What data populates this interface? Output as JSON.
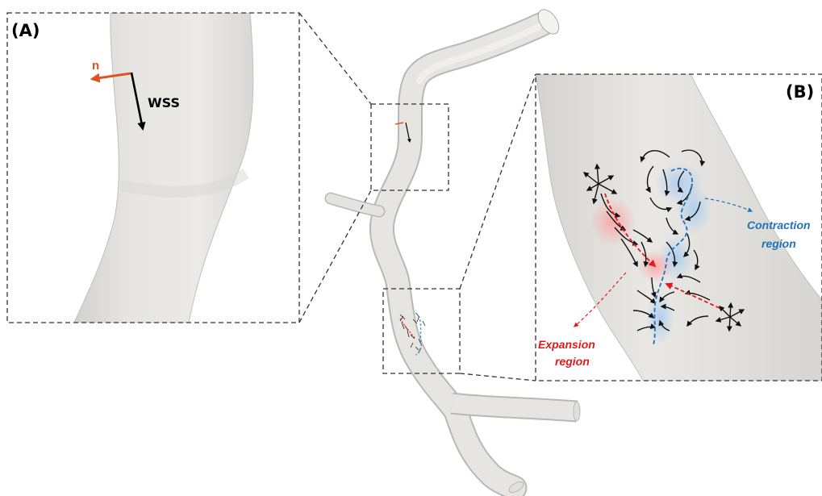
{
  "figure": {
    "panels": [
      {
        "id": "A",
        "label": "(A)"
      },
      {
        "id": "B",
        "label": "(B)"
      }
    ],
    "panel_a": {
      "normal_label": "n",
      "wss_label": "WSS",
      "normal_color": "#e0521f",
      "wss_color": "#000000"
    },
    "panel_b": {
      "contraction_label_line1": "Contraction",
      "contraction_label_line2": "region",
      "expansion_label_line1": "Expansion",
      "expansion_label_line2": "region",
      "contraction_color": "#1f73b7",
      "expansion_color": "#e31a1c",
      "streamline_color": "#111111"
    },
    "vessel_color": "#e4e3e0"
  }
}
